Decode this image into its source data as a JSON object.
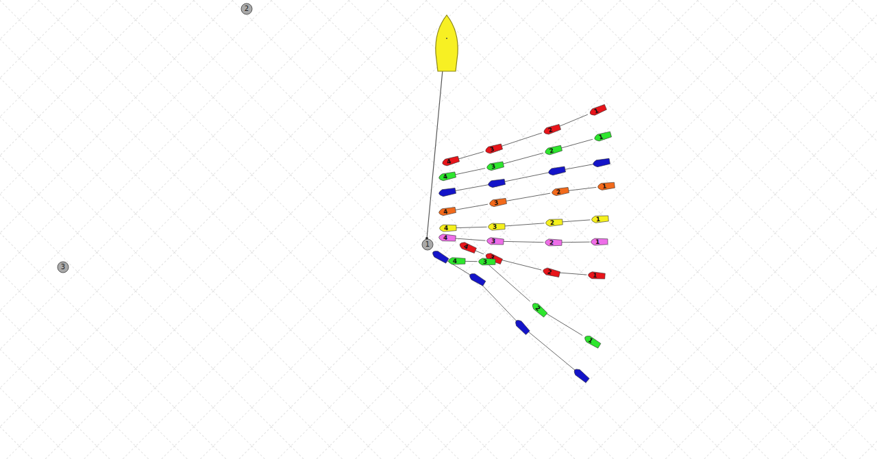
{
  "diagram": {
    "nodes": [
      {
        "text": [
          "2"
        ]
      },
      {
        "text": [
          "1"
        ]
      },
      {
        "text": [
          "3"
        ]
      },
      {
        "text": [
          "1"
        ]
      },
      {
        "text": [
          "2"
        ]
      },
      {
        "text": [
          "3"
        ]
      },
      {
        "text": [
          "4"
        ]
      },
      {
        "text": [
          "1"
        ]
      },
      {
        "text": [
          "2"
        ]
      },
      {
        "text": [
          "3"
        ]
      },
      {
        "text": [
          "4"
        ]
      },
      {
        "text": [
          "1"
        ]
      },
      {
        "text": [
          "2"
        ]
      },
      {
        "text": [
          "3"
        ]
      },
      {
        "text": [
          "4"
        ]
      },
      {
        "text": [
          "1"
        ]
      },
      {
        "text": [
          "2"
        ]
      },
      {
        "text": [
          "3"
        ]
      },
      {
        "text": [
          "4"
        ]
      },
      {
        "text": [
          "1"
        ]
      },
      {
        "text": [
          "2"
        ]
      },
      {
        "text": [
          "3"
        ]
      },
      {
        "text": [
          "4"
        ]
      },
      {
        "text": [
          "1"
        ]
      },
      {
        "text": [
          "2"
        ]
      },
      {
        "text": [
          "3"
        ]
      },
      {
        "text": [
          "4"
        ]
      },
      {
        "text": [
          "1"
        ]
      },
      {
        "text": [
          "2"
        ]
      },
      {
        "text": [
          "3"
        ]
      },
      {
        "text": [
          "4"
        ]
      }
    ],
    "edges": [
      {
        "from": 3,
        "to": 4,
        "arrow": "none"
      },
      {
        "from": 4,
        "to": 5,
        "arrow": "none"
      },
      {
        "from": 5,
        "to": 6,
        "arrow": "none"
      },
      {
        "from": 7,
        "to": 8,
        "arrow": "none"
      },
      {
        "from": 8,
        "to": 9,
        "arrow": "none"
      },
      {
        "from": 9,
        "to": 10,
        "arrow": "none"
      },
      {
        "from": 11,
        "to": 12,
        "arrow": "none"
      },
      {
        "from": 12,
        "to": 13,
        "arrow": "none"
      },
      {
        "from": 13,
        "to": 14,
        "arrow": "none"
      },
      {
        "from": 15,
        "to": 16,
        "arrow": "none"
      },
      {
        "from": 16,
        "to": 17,
        "arrow": "none"
      },
      {
        "from": 17,
        "to": 18,
        "arrow": "none"
      },
      {
        "from": 19,
        "to": 20,
        "arrow": "none"
      },
      {
        "from": 20,
        "to": 21,
        "arrow": "none"
      },
      {
        "from": 21,
        "to": 22,
        "arrow": "none"
      },
      {
        "from": 23,
        "to": 24,
        "arrow": "none"
      },
      {
        "from": 24,
        "to": 25,
        "arrow": "none"
      },
      {
        "from": 25,
        "to": 26,
        "arrow": "none"
      },
      {
        "from": 27,
        "to": 28,
        "arrow": "none"
      },
      {
        "from": 28,
        "to": 29,
        "arrow": "none"
      },
      {
        "from": 29,
        "to": 30,
        "arrow": "none"
      }
    ]
  }
}
